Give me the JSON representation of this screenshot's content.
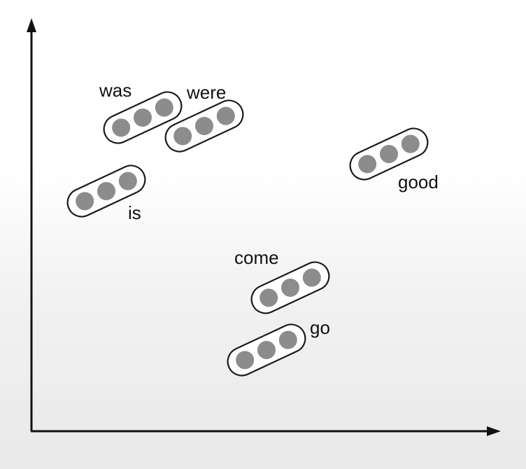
{
  "diagram": {
    "words": [
      {
        "id": "was",
        "label": "was"
      },
      {
        "id": "were",
        "label": "were"
      },
      {
        "id": "is",
        "label": "is"
      },
      {
        "id": "good",
        "label": "good"
      },
      {
        "id": "come",
        "label": "come"
      },
      {
        "id": "go",
        "label": "go"
      }
    ],
    "dots_per_vector": 3,
    "colors": {
      "dot": "#8c8c8c",
      "outline": "#1a1a1a",
      "axis": "#111111",
      "text": "#111111"
    }
  }
}
